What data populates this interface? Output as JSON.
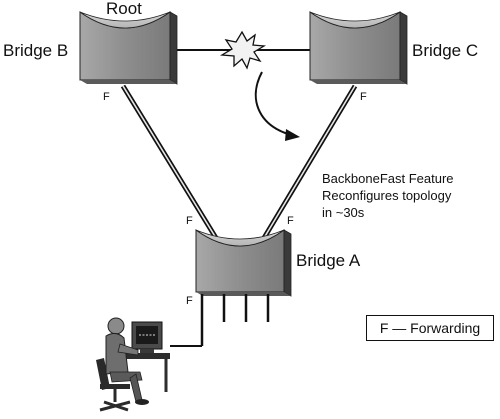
{
  "bridges": {
    "root": {
      "name": "Bridge B",
      "role": "Root",
      "port": "F"
    },
    "c": {
      "name": "Bridge C",
      "port": "F"
    },
    "a": {
      "name": "Bridge A",
      "port_left": "F",
      "port_right": "F",
      "port_bottom": "F"
    }
  },
  "note": {
    "line1": "BackboneFast Feature",
    "line2": "Reconfigures topology",
    "line3": "in ~30s"
  },
  "legend": {
    "text": "F — Forwarding"
  },
  "colors": {
    "bridge_face": "#9a9a9a",
    "bridge_top": "#c4c4c4",
    "bridge_shadow": "#3a3a3a",
    "link": "#111111"
  },
  "icons": [
    "bridge-icon",
    "link-failure-icon",
    "workstation-icon",
    "reconfiguration-arrow-icon"
  ]
}
